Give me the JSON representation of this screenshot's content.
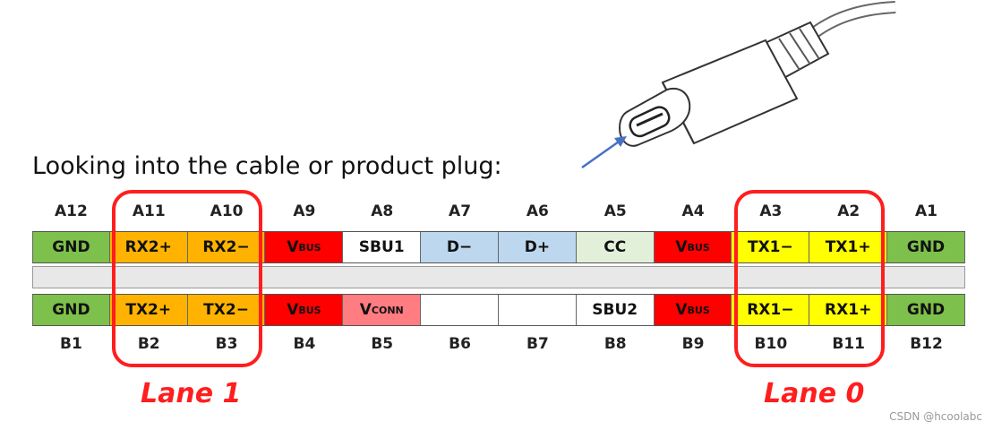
{
  "caption": "Looking into the cable or product plug:",
  "top_labels": [
    "A12",
    "A11",
    "A10",
    "A9",
    "A8",
    "A7",
    "A6",
    "A5",
    "A4",
    "A3",
    "A2",
    "A1"
  ],
  "bottom_labels": [
    "B1",
    "B2",
    "B3",
    "B4",
    "B5",
    "B6",
    "B7",
    "B8",
    "B9",
    "B10",
    "B11",
    "B12"
  ],
  "top_pins": [
    {
      "main": "GND",
      "sub": "",
      "color": "#7dc04b"
    },
    {
      "main": "RX2+",
      "sub": "",
      "color": "#ffb300"
    },
    {
      "main": "RX2−",
      "sub": "",
      "color": "#ffb300"
    },
    {
      "main": "V",
      "sub": "BUS",
      "color": "#ff0000"
    },
    {
      "main": "SBU1",
      "sub": "",
      "color": "#ffffff"
    },
    {
      "main": "D−",
      "sub": "",
      "color": "#bdd7ee"
    },
    {
      "main": "D+",
      "sub": "",
      "color": "#bdd7ee"
    },
    {
      "main": "CC",
      "sub": "",
      "color": "#e2efd9"
    },
    {
      "main": "V",
      "sub": "BUS",
      "color": "#ff0000"
    },
    {
      "main": "TX1−",
      "sub": "",
      "color": "#ffff00"
    },
    {
      "main": "TX1+",
      "sub": "",
      "color": "#ffff00"
    },
    {
      "main": "GND",
      "sub": "",
      "color": "#7dc04b"
    }
  ],
  "bottom_pins": [
    {
      "main": "GND",
      "sub": "",
      "color": "#7dc04b"
    },
    {
      "main": "TX2+",
      "sub": "",
      "color": "#ffb300"
    },
    {
      "main": "TX2−",
      "sub": "",
      "color": "#ffb300"
    },
    {
      "main": "V",
      "sub": "BUS",
      "color": "#ff0000"
    },
    {
      "main": "V",
      "sub": "CONN",
      "color": "#ff7c80"
    },
    {
      "main": "",
      "sub": "",
      "color": "#ffffff"
    },
    {
      "main": "",
      "sub": "",
      "color": "#ffffff"
    },
    {
      "main": "SBU2",
      "sub": "",
      "color": "#ffffff"
    },
    {
      "main": "V",
      "sub": "BUS",
      "color": "#ff0000"
    },
    {
      "main": "RX1−",
      "sub": "",
      "color": "#ffff00"
    },
    {
      "main": "RX1+",
      "sub": "",
      "color": "#ffff00"
    },
    {
      "main": "GND",
      "sub": "",
      "color": "#7dc04b"
    }
  ],
  "lanes": {
    "lane1": "Lane 1",
    "lane0": "Lane 0"
  },
  "watermark": "CSDN @hcoolabc",
  "colors": {
    "lane_outline": "#ff1e1e",
    "arrow": "#4472c4"
  }
}
